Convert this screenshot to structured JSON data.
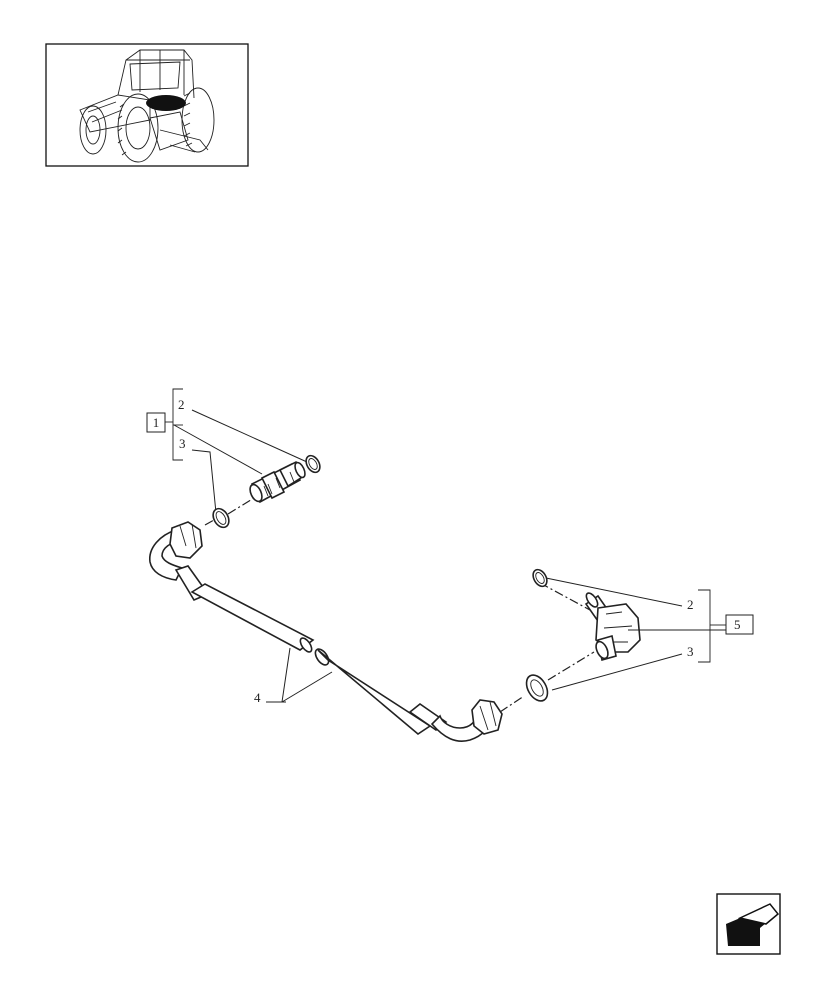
{
  "callouts": {
    "ref1": "1",
    "ref5": "5",
    "left_2": "2",
    "left_3": "3",
    "pipe_4": "4",
    "right_2": "2",
    "right_3": "3"
  },
  "icons": {
    "thumbnail": "tractor-thumbnail-icon",
    "nav": "back-arrow-icon"
  }
}
